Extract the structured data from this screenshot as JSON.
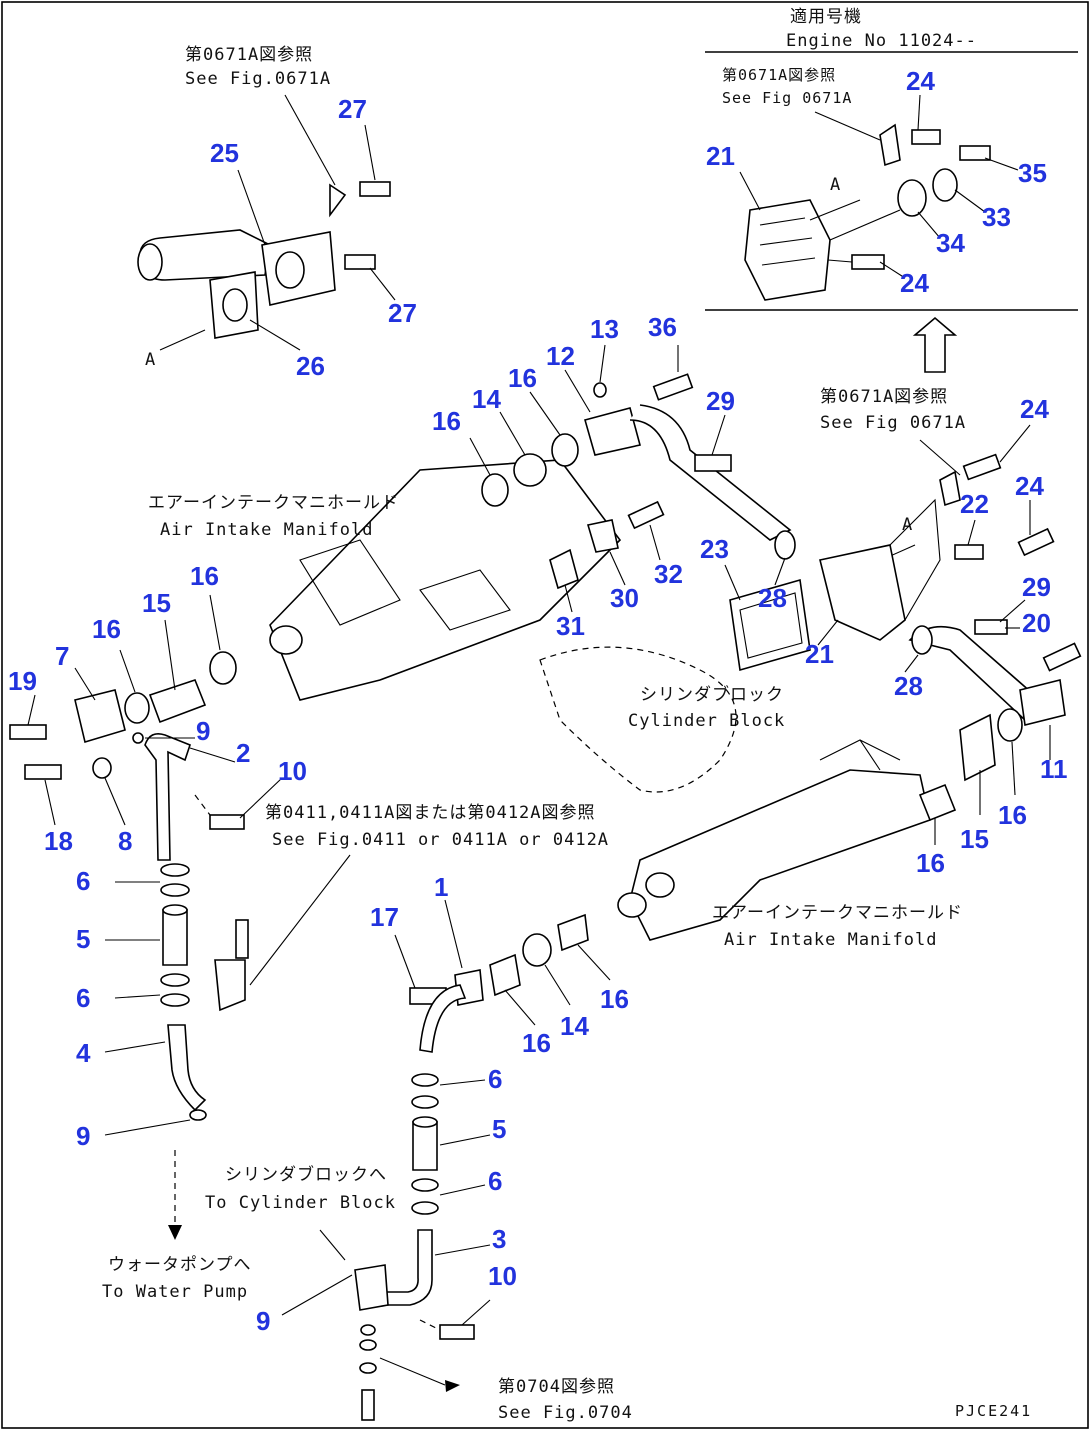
{
  "colors": {
    "callout": "#2233dd",
    "line": "#000000",
    "background": "#ffffff"
  },
  "inset": {
    "title_jp": "適用号機",
    "title_en": "Engine No 11024--",
    "ref_jp": "第0671A図参照",
    "ref_en": "See Fig 0671A"
  },
  "labels": {
    "ref_0671a_jp": "第0671A図参照",
    "ref_0671a_en": "See Fig.0671A",
    "ref_0671a_right_jp": "第0671A図参照",
    "ref_0671a_right_en": "See Fig 0671A",
    "manifold_top_jp": "エアーインテークマニホールド",
    "manifold_top_en": "Air Intake Manifold",
    "cyl_block_jp": "シリンダブロック",
    "cyl_block_en": "Cylinder Block",
    "ref_0411_jp": "第0411,0411A図または第0412A図参照",
    "ref_0411_en": "See Fig.0411 or 0411A or 0412A",
    "manifold_bottom_jp": "エアーインテークマニホールド",
    "manifold_bottom_en": "Air Intake Manifold",
    "to_cyl_jp": "シリンダブロックへ",
    "to_cyl_en": "To Cylinder Block",
    "to_pump_jp": "ウォータポンプへ",
    "to_pump_en": "To Water Pump",
    "ref_0704_jp": "第0704図参照",
    "ref_0704_en": "See Fig.0704",
    "arrow_a": "A",
    "drawing_code": "PJCE241"
  },
  "callouts": {
    "n27a": "27",
    "n25": "25",
    "n27b": "27",
    "n26": "26",
    "n24a": "24",
    "n21a": "21",
    "n35": "35",
    "n33": "33",
    "n34": "34",
    "n24b": "24",
    "n13": "13",
    "n36": "36",
    "n12": "12",
    "n16a": "16",
    "n14a": "14",
    "n16b": "16",
    "n29a": "29",
    "n24c": "24",
    "n24d": "24",
    "n22": "22",
    "n29b": "29",
    "n20": "20",
    "n32": "32",
    "n30": "30",
    "n31": "31",
    "n23": "23",
    "n28a": "28",
    "n21b": "21",
    "n28b": "28",
    "n16c": "16",
    "n15a": "15",
    "n16d": "16",
    "n19": "19",
    "n7": "7",
    "n9a": "9",
    "n2": "2",
    "n10a": "10",
    "n18": "18",
    "n8": "8",
    "n11": "11",
    "n16e": "16",
    "n15b": "15",
    "n16f": "16",
    "n6a": "6",
    "n5a": "5",
    "n6b": "6",
    "n4": "4",
    "n9b": "9",
    "n1": "1",
    "n17": "17",
    "n16g": "16",
    "n14b": "14",
    "n16h": "16",
    "n6c": "6",
    "n5b": "5",
    "n6d": "6",
    "n3": "3",
    "n10b": "10",
    "n9c": "9"
  }
}
